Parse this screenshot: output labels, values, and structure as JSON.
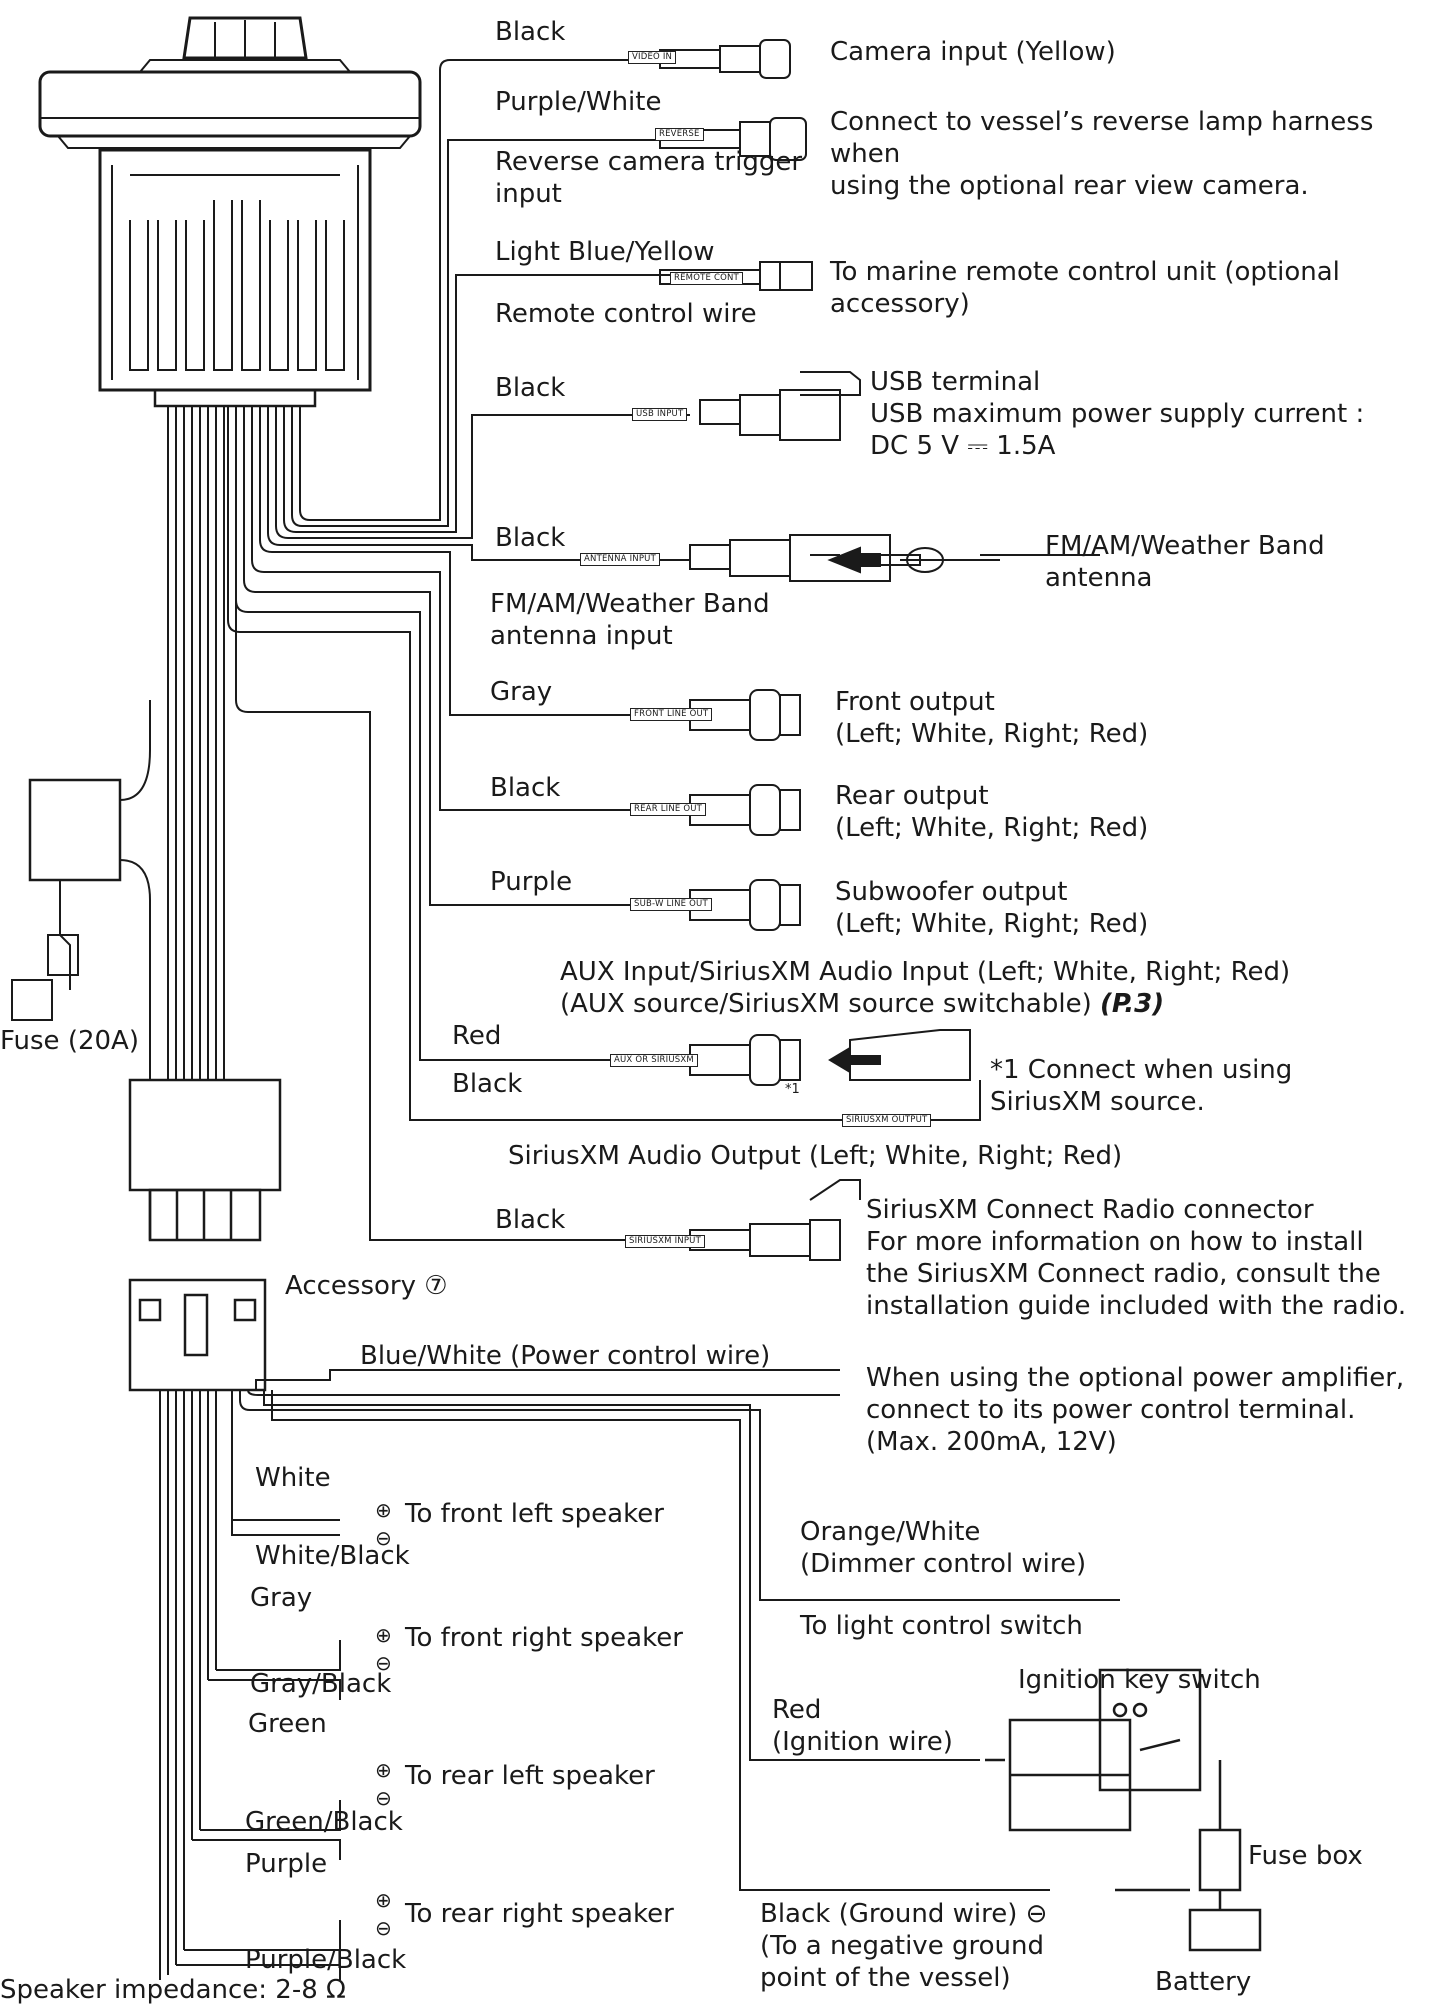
{
  "wires": {
    "camera": {
      "color": "Black",
      "tag": "VIDEO IN",
      "desc": "Camera input (Yellow)"
    },
    "reverse": {
      "color": "Purple/White",
      "tag": "REVERSE",
      "sub": "Reverse camera trigger\ninput",
      "desc": "Connect to vessel’s reverse lamp harness when\nusing the optional rear view camera."
    },
    "remote": {
      "color": "Light Blue/Yellow",
      "tag": "REMOTE CONT",
      "sub": "Remote control wire",
      "desc": "To marine remote control unit (optional\naccessory)"
    },
    "usb": {
      "color": "Black",
      "tag": "USB INPUT",
      "desc": "USB terminal\nUSB maximum power supply current :\nDC 5 V ⎓ 1.5A"
    },
    "antenna": {
      "color": "Black",
      "tag": "ANTENNA INPUT",
      "sub": "FM/AM/Weather Band\nantenna input",
      "desc": "FM/AM/Weather Band\nantenna"
    },
    "front": {
      "color": "Gray",
      "tag": "FRONT LINE OUT",
      "desc": "Front output\n(Left; White, Right; Red)"
    },
    "rear": {
      "color": "Black",
      "tag": "REAR LINE OUT",
      "desc": "Rear output\n(Left; White, Right; Red)"
    },
    "sub": {
      "color": "Purple",
      "tag": "SUB-W LINE OUT",
      "desc": "Subwoofer output\n(Left; White, Right; Red)"
    },
    "aux": {
      "color1": "Red",
      "color2": "Black",
      "tag": "AUX OR SIRIUSXM",
      "tag2": "SIRIUSXM OUTPUT",
      "title": "AUX Input/SiriusXM Audio Input (Left; White, Right; Red)",
      "title2": "(AUX source/SiriusXM source switchable)",
      "ref": "(P.3)",
      "note_mark": "*1",
      "note": "*1 Connect when using\n    SiriusXM source.",
      "out": "SiriusXM Audio Output (Left; White, Right; Red)"
    },
    "siriusxm": {
      "color": "Black",
      "tag": "SIRIUSXM INPUT",
      "desc": "SiriusXM Connect Radio connector\nFor more information on how to install\nthe SiriusXM Connect radio, consult the\ninstallation guide included with the radio."
    }
  },
  "fuse": "Fuse (20A)",
  "accessory": "Accessory ⑦",
  "power_control": {
    "label": "Blue/White (Power control wire)",
    "desc": "When using the optional power amplifier,\nconnect to its power control terminal.\n(Max. 200mA, 12V)"
  },
  "dimmer": {
    "label": "Orange/White\n(Dimmer control wire)",
    "desc": "To light control switch"
  },
  "ignition": {
    "label": "Red\n(Ignition wire)",
    "switch": "Ignition key switch",
    "fuse_box": "Fuse box",
    "battery": "Battery"
  },
  "ground": {
    "label": "Black (Ground wire) ⊖\n(To a negative ground\npoint of the vessel)"
  },
  "speakers": [
    {
      "pos": "White",
      "neg": "White/Black",
      "to": "To front left speaker"
    },
    {
      "pos": "Gray",
      "neg": "Gray/Black",
      "to": "To front right speaker"
    },
    {
      "pos": "Green",
      "neg": "Green/Black",
      "to": "To rear left speaker"
    },
    {
      "pos": "Purple",
      "neg": "Purple/Black",
      "to": "To rear right speaker"
    }
  ],
  "plus": "⊕",
  "minus": "⊖",
  "impedance": "Speaker impedance: 2-8 Ω"
}
